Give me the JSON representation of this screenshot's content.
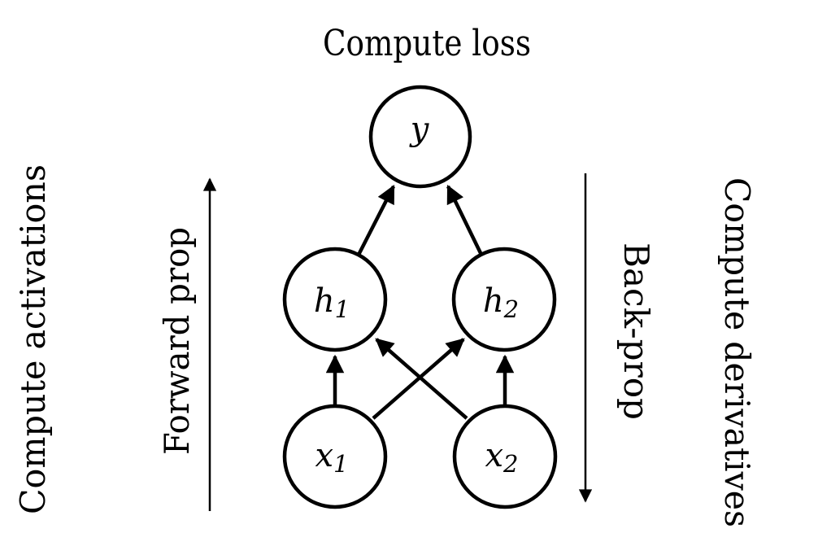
{
  "title": "Compute loss",
  "left_panel": {
    "outer_label": "Compute activations",
    "arrow_label": "Forward prop",
    "arrow_direction": "up"
  },
  "right_panel": {
    "arrow_label": "Back-prop",
    "outer_label": "Compute derivatives",
    "arrow_direction": "down"
  },
  "network": {
    "nodes": {
      "y": {
        "label": "y",
        "sub": ""
      },
      "h1": {
        "label": "h",
        "sub": "1"
      },
      "h2": {
        "label": "h",
        "sub": "2"
      },
      "x1": {
        "label": "x",
        "sub": "1"
      },
      "x2": {
        "label": "x",
        "sub": "2"
      }
    },
    "edges": [
      {
        "from": "x1",
        "to": "h1"
      },
      {
        "from": "x2",
        "to": "h2"
      },
      {
        "from": "x1",
        "to": "h2"
      },
      {
        "from": "x2",
        "to": "h1"
      },
      {
        "from": "h1",
        "to": "y"
      },
      {
        "from": "h2",
        "to": "y"
      }
    ]
  },
  "colors": {
    "ink": "#000000",
    "background": "#ffffff"
  }
}
